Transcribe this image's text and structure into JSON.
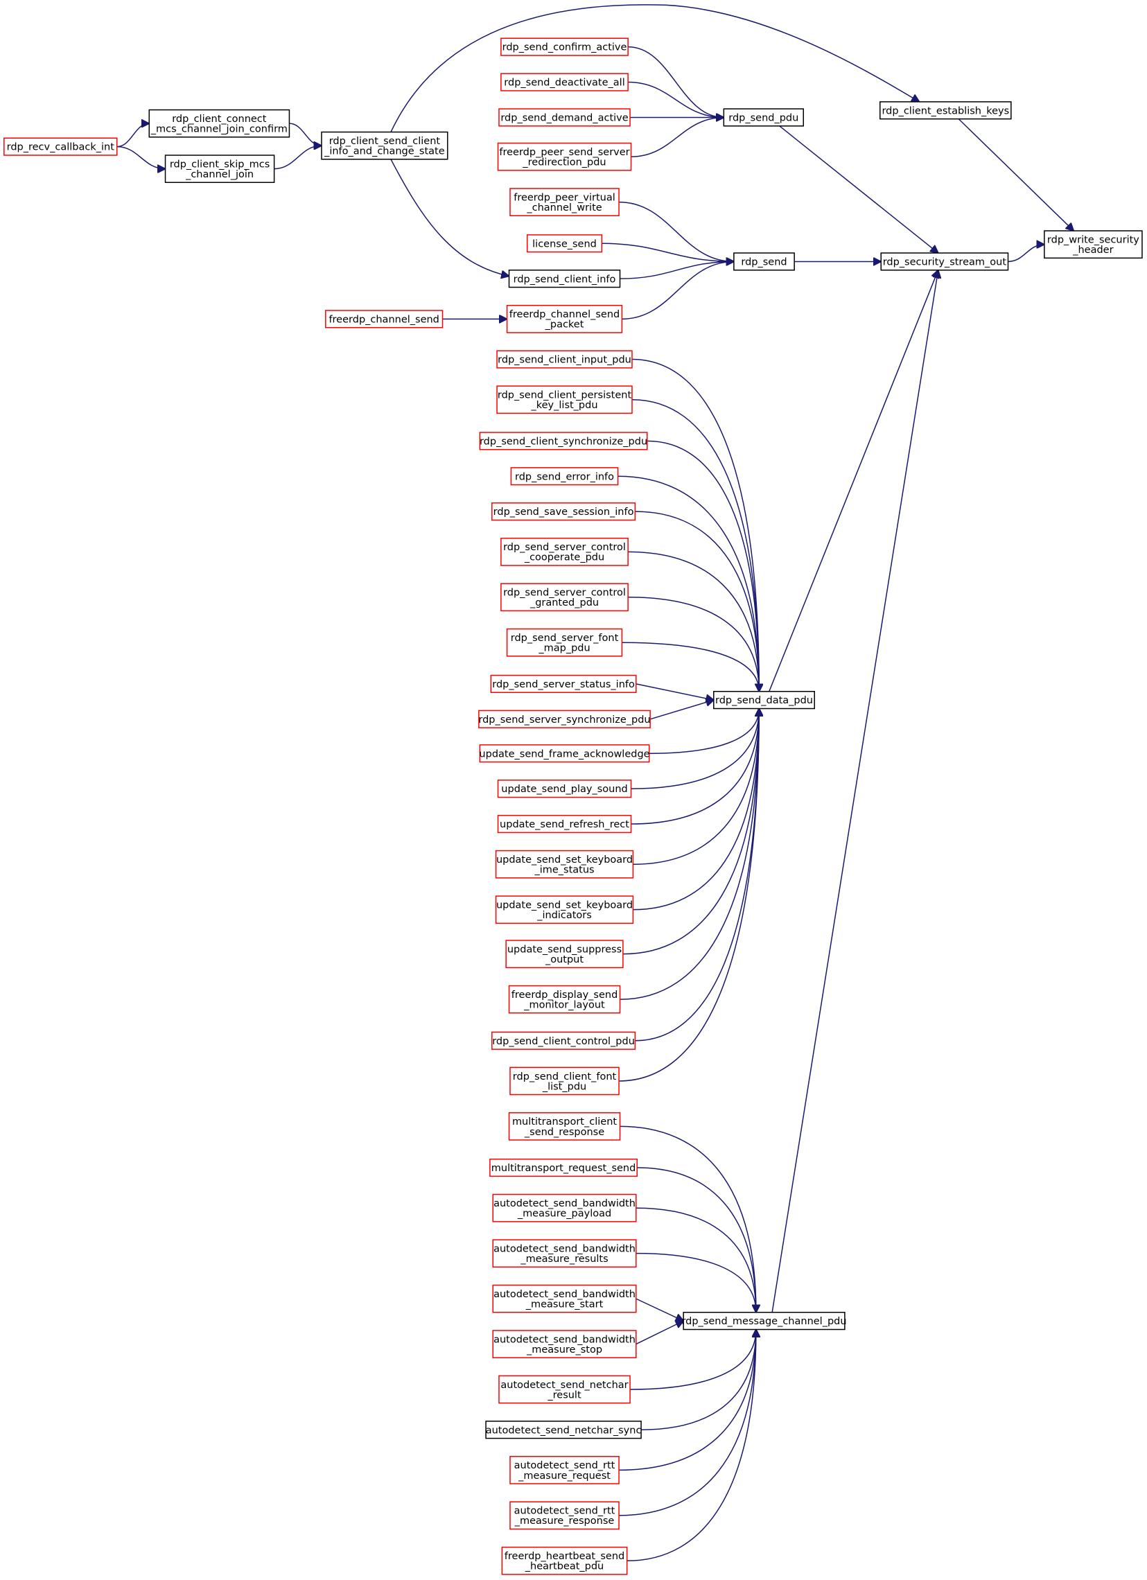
{
  "colors": {
    "edge": "#191970",
    "border_default": "#ff0000",
    "border_complete": "#000000",
    "focus_fill": "#bfbfbf"
  },
  "nodes": {
    "rdp_write_security_header": {
      "lines": [
        "rdp_write_security",
        "_header"
      ],
      "style": "focus"
    },
    "rdp_client_establish_keys": {
      "lines": [
        "rdp_client_establish_keys"
      ],
      "style": "black"
    },
    "rdp_security_stream_out": {
      "lines": [
        "rdp_security_stream_out"
      ],
      "style": "black"
    },
    "rdp_send_pdu": {
      "lines": [
        "rdp_send_pdu"
      ],
      "style": "black"
    },
    "rdp_send": {
      "lines": [
        "rdp_send"
      ],
      "style": "black"
    },
    "rdp_send_data_pdu": {
      "lines": [
        "rdp_send_data_pdu"
      ],
      "style": "black"
    },
    "rdp_send_message_channel_pdu": {
      "lines": [
        "rdp_send_message_channel_pdu"
      ],
      "style": "black"
    },
    "rdp_client_send_client_info_and_change_state": {
      "lines": [
        "rdp_client_send_client",
        "_info_and_change_state"
      ],
      "style": "black"
    },
    "rdp_client_connect_mcs_channel_join_confirm": {
      "lines": [
        "rdp_client_connect",
        "_mcs_channel_join_confirm"
      ],
      "style": "black"
    },
    "rdp_client_skip_mcs_channel_join": {
      "lines": [
        "rdp_client_skip_mcs",
        "_channel_join"
      ],
      "style": "black"
    },
    "rdp_recv_callback_int": {
      "lines": [
        "rdp_recv_callback_int"
      ],
      "style": "red"
    },
    "rdp_send_confirm_active": {
      "lines": [
        "rdp_send_confirm_active"
      ],
      "style": "red"
    },
    "rdp_send_deactivate_all": {
      "lines": [
        "rdp_send_deactivate_all"
      ],
      "style": "red"
    },
    "rdp_send_demand_active": {
      "lines": [
        "rdp_send_demand_active"
      ],
      "style": "red"
    },
    "freerdp_peer_send_server_redirection_pdu": {
      "lines": [
        "freerdp_peer_send_server",
        "_redirection_pdu"
      ],
      "style": "red"
    },
    "freerdp_peer_virtual_channel_write": {
      "lines": [
        "freerdp_peer_virtual",
        "_channel_write"
      ],
      "style": "red"
    },
    "license_send": {
      "lines": [
        "license_send"
      ],
      "style": "red"
    },
    "rdp_send_client_info": {
      "lines": [
        "rdp_send_client_info"
      ],
      "style": "black"
    },
    "freerdp_channel_send_packet": {
      "lines": [
        "freerdp_channel_send",
        "_packet"
      ],
      "style": "red"
    },
    "freerdp_channel_send": {
      "lines": [
        "freerdp_channel_send"
      ],
      "style": "red"
    },
    "rdp_send_client_input_pdu": {
      "lines": [
        "rdp_send_client_input_pdu"
      ],
      "style": "red"
    },
    "rdp_send_client_persistent_key_list_pdu": {
      "lines": [
        "rdp_send_client_persistent",
        "_key_list_pdu"
      ],
      "style": "red"
    },
    "rdp_send_client_synchronize_pdu": {
      "lines": [
        "rdp_send_client_synchronize_pdu"
      ],
      "style": "red"
    },
    "rdp_send_error_info": {
      "lines": [
        "rdp_send_error_info"
      ],
      "style": "red"
    },
    "rdp_send_save_session_info": {
      "lines": [
        "rdp_send_save_session_info"
      ],
      "style": "red"
    },
    "rdp_send_server_control_cooperate_pdu": {
      "lines": [
        "rdp_send_server_control",
        "_cooperate_pdu"
      ],
      "style": "red"
    },
    "rdp_send_server_control_granted_pdu": {
      "lines": [
        "rdp_send_server_control",
        "_granted_pdu"
      ],
      "style": "red"
    },
    "rdp_send_server_font_map_pdu": {
      "lines": [
        "rdp_send_server_font",
        "_map_pdu"
      ],
      "style": "red"
    },
    "rdp_send_server_status_info": {
      "lines": [
        "rdp_send_server_status_info"
      ],
      "style": "red"
    },
    "rdp_send_server_synchronize_pdu": {
      "lines": [
        "rdp_send_server_synchronize_pdu"
      ],
      "style": "red"
    },
    "update_send_frame_acknowledge": {
      "lines": [
        "update_send_frame_acknowledge"
      ],
      "style": "red"
    },
    "update_send_play_sound": {
      "lines": [
        "update_send_play_sound"
      ],
      "style": "red"
    },
    "update_send_refresh_rect": {
      "lines": [
        "update_send_refresh_rect"
      ],
      "style": "red"
    },
    "update_send_set_keyboard_ime_status": {
      "lines": [
        "update_send_set_keyboard",
        "_ime_status"
      ],
      "style": "red"
    },
    "update_send_set_keyboard_indicators": {
      "lines": [
        "update_send_set_keyboard",
        "_indicators"
      ],
      "style": "red"
    },
    "update_send_suppress_output": {
      "lines": [
        "update_send_suppress",
        "_output"
      ],
      "style": "red"
    },
    "freerdp_display_send_monitor_layout": {
      "lines": [
        "freerdp_display_send",
        "_monitor_layout"
      ],
      "style": "red"
    },
    "rdp_send_client_control_pdu": {
      "lines": [
        "rdp_send_client_control_pdu"
      ],
      "style": "red"
    },
    "rdp_send_client_font_list_pdu": {
      "lines": [
        "rdp_send_client_font",
        "_list_pdu"
      ],
      "style": "red"
    },
    "multitransport_client_send_response": {
      "lines": [
        "multitransport_client",
        "_send_response"
      ],
      "style": "red"
    },
    "multitransport_request_send": {
      "lines": [
        "multitransport_request_send"
      ],
      "style": "red"
    },
    "autodetect_send_bandwidth_measure_payload": {
      "lines": [
        "autodetect_send_bandwidth",
        "_measure_payload"
      ],
      "style": "red"
    },
    "autodetect_send_bandwidth_measure_results": {
      "lines": [
        "autodetect_send_bandwidth",
        "_measure_results"
      ],
      "style": "red"
    },
    "autodetect_send_bandwidth_measure_start": {
      "lines": [
        "autodetect_send_bandwidth",
        "_measure_start"
      ],
      "style": "red"
    },
    "autodetect_send_bandwidth_measure_stop": {
      "lines": [
        "autodetect_send_bandwidth",
        "_measure_stop"
      ],
      "style": "red"
    },
    "autodetect_send_netchar_result": {
      "lines": [
        "autodetect_send_netchar",
        "_result"
      ],
      "style": "red"
    },
    "autodetect_send_netchar_sync": {
      "lines": [
        "autodetect_send_netchar_sync"
      ],
      "style": "black"
    },
    "autodetect_send_rtt_measure_request": {
      "lines": [
        "autodetect_send_rtt",
        "_measure_request"
      ],
      "style": "red"
    },
    "autodetect_send_rtt_measure_response": {
      "lines": [
        "autodetect_send_rtt",
        "_measure_response"
      ],
      "style": "red"
    },
    "freerdp_heartbeat_send_heartbeat_pdu": {
      "lines": [
        "freerdp_heartbeat_send",
        "_heartbeat_pdu"
      ],
      "style": "red"
    }
  },
  "edges": [
    [
      "rdp_client_establish_keys",
      "rdp_write_security_header"
    ],
    [
      "rdp_security_stream_out",
      "rdp_write_security_header"
    ],
    [
      "rdp_client_send_client_info_and_change_state",
      "rdp_client_establish_keys"
    ],
    [
      "rdp_send_pdu",
      "rdp_security_stream_out"
    ],
    [
      "rdp_send",
      "rdp_security_stream_out"
    ],
    [
      "rdp_send_data_pdu",
      "rdp_security_stream_out"
    ],
    [
      "rdp_send_message_channel_pdu",
      "rdp_security_stream_out"
    ],
    [
      "rdp_client_connect_mcs_channel_join_confirm",
      "rdp_client_send_client_info_and_change_state"
    ],
    [
      "rdp_client_skip_mcs_channel_join",
      "rdp_client_send_client_info_and_change_state"
    ],
    [
      "rdp_recv_callback_int",
      "rdp_client_connect_mcs_channel_join_confirm"
    ],
    [
      "rdp_recv_callback_int",
      "rdp_client_skip_mcs_channel_join"
    ],
    [
      "rdp_client_send_client_info_and_change_state",
      "rdp_send_client_info"
    ],
    [
      "rdp_send_confirm_active",
      "rdp_send_pdu"
    ],
    [
      "rdp_send_deactivate_all",
      "rdp_send_pdu"
    ],
    [
      "rdp_send_demand_active",
      "rdp_send_pdu"
    ],
    [
      "freerdp_peer_send_server_redirection_pdu",
      "rdp_send_pdu"
    ],
    [
      "freerdp_peer_virtual_channel_write",
      "rdp_send"
    ],
    [
      "license_send",
      "rdp_send"
    ],
    [
      "rdp_send_client_info",
      "rdp_send"
    ],
    [
      "freerdp_channel_send_packet",
      "rdp_send"
    ],
    [
      "freerdp_channel_send",
      "freerdp_channel_send_packet"
    ],
    [
      "rdp_send_client_input_pdu",
      "rdp_send_data_pdu"
    ],
    [
      "rdp_send_client_persistent_key_list_pdu",
      "rdp_send_data_pdu"
    ],
    [
      "rdp_send_client_synchronize_pdu",
      "rdp_send_data_pdu"
    ],
    [
      "rdp_send_error_info",
      "rdp_send_data_pdu"
    ],
    [
      "rdp_send_save_session_info",
      "rdp_send_data_pdu"
    ],
    [
      "rdp_send_server_control_cooperate_pdu",
      "rdp_send_data_pdu"
    ],
    [
      "rdp_send_server_control_granted_pdu",
      "rdp_send_data_pdu"
    ],
    [
      "rdp_send_server_font_map_pdu",
      "rdp_send_data_pdu"
    ],
    [
      "rdp_send_server_status_info",
      "rdp_send_data_pdu"
    ],
    [
      "rdp_send_server_synchronize_pdu",
      "rdp_send_data_pdu"
    ],
    [
      "update_send_frame_acknowledge",
      "rdp_send_data_pdu"
    ],
    [
      "update_send_play_sound",
      "rdp_send_data_pdu"
    ],
    [
      "update_send_refresh_rect",
      "rdp_send_data_pdu"
    ],
    [
      "update_send_set_keyboard_ime_status",
      "rdp_send_data_pdu"
    ],
    [
      "update_send_set_keyboard_indicators",
      "rdp_send_data_pdu"
    ],
    [
      "update_send_suppress_output",
      "rdp_send_data_pdu"
    ],
    [
      "freerdp_display_send_monitor_layout",
      "rdp_send_data_pdu"
    ],
    [
      "rdp_send_client_control_pdu",
      "rdp_send_data_pdu"
    ],
    [
      "rdp_send_client_font_list_pdu",
      "rdp_send_data_pdu"
    ],
    [
      "multitransport_client_send_response",
      "rdp_send_message_channel_pdu"
    ],
    [
      "multitransport_request_send",
      "rdp_send_message_channel_pdu"
    ],
    [
      "autodetect_send_bandwidth_measure_payload",
      "rdp_send_message_channel_pdu"
    ],
    [
      "autodetect_send_bandwidth_measure_results",
      "rdp_send_message_channel_pdu"
    ],
    [
      "autodetect_send_bandwidth_measure_start",
      "rdp_send_message_channel_pdu"
    ],
    [
      "autodetect_send_bandwidth_measure_stop",
      "rdp_send_message_channel_pdu"
    ],
    [
      "autodetect_send_netchar_result",
      "rdp_send_message_channel_pdu"
    ],
    [
      "autodetect_send_netchar_sync",
      "rdp_send_message_channel_pdu"
    ],
    [
      "autodetect_send_rtt_measure_request",
      "rdp_send_message_channel_pdu"
    ],
    [
      "autodetect_send_rtt_measure_response",
      "rdp_send_message_channel_pdu"
    ],
    [
      "freerdp_heartbeat_send_heartbeat_pdu",
      "rdp_send_message_channel_pdu"
    ]
  ]
}
